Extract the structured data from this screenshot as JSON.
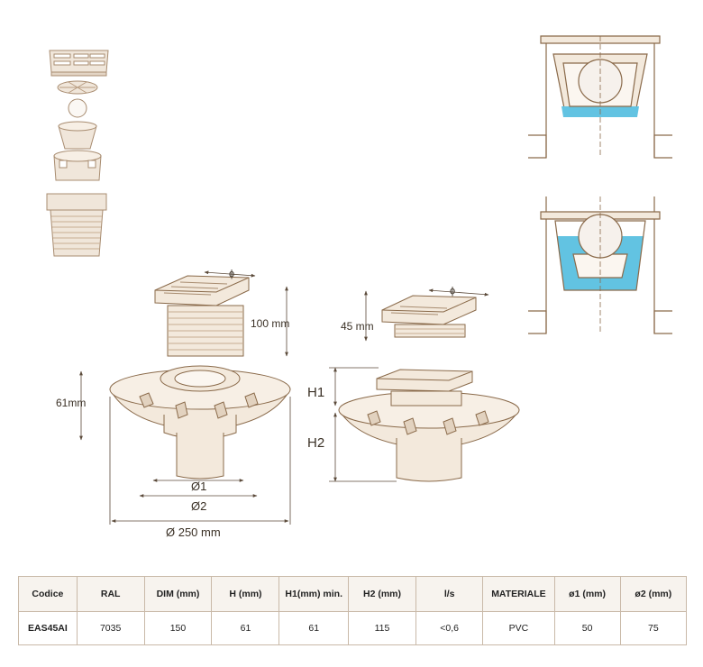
{
  "dimensions": {
    "d_symbol": "ɸ",
    "height_100": "100 mm",
    "height_45": "45 mm",
    "height_61": "61mm",
    "h1": "H1",
    "h2": "H2",
    "d1": "Ø1",
    "d2": "Ø2",
    "diameter": "Ø 250 mm"
  },
  "table": {
    "headers": [
      "Codice",
      "RAL",
      "DIM (mm)",
      "H (mm)",
      "H1(mm) min.",
      "H2 (mm)",
      "l/s",
      "MATERIALE",
      "ø1 (mm)",
      "ø2 (mm)"
    ],
    "rows": [
      [
        "EAS45AI",
        "7035",
        "150",
        "61",
        "61",
        "115",
        "<0,6",
        "PVC",
        "50",
        "75"
      ]
    ]
  },
  "colors": {
    "line": "#8a6a4a",
    "part_fill": "#f3e9dc",
    "water": "#62c3e2",
    "table_border": "#c9b9a8"
  }
}
